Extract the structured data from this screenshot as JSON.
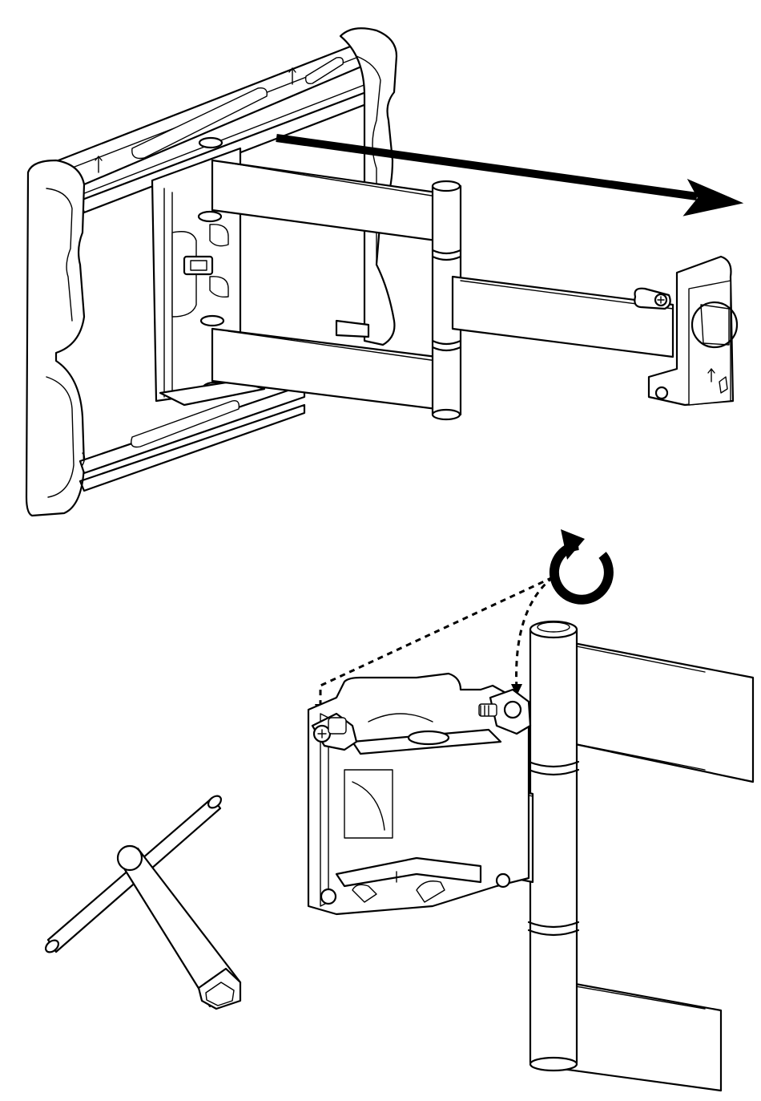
{
  "figure": {
    "panels": [
      {
        "name": "extend-arm-panel",
        "action": "pull-arm-out",
        "icon": "right-arrow-icon"
      },
      {
        "name": "tighten-bolts-panel",
        "action": "tighten-clockwise",
        "icon": "clockwise-rotate-icon",
        "tool": "hex-socket-wrench-icon"
      }
    ],
    "colors": {
      "line": "#000000",
      "background": "#ffffff"
    }
  }
}
